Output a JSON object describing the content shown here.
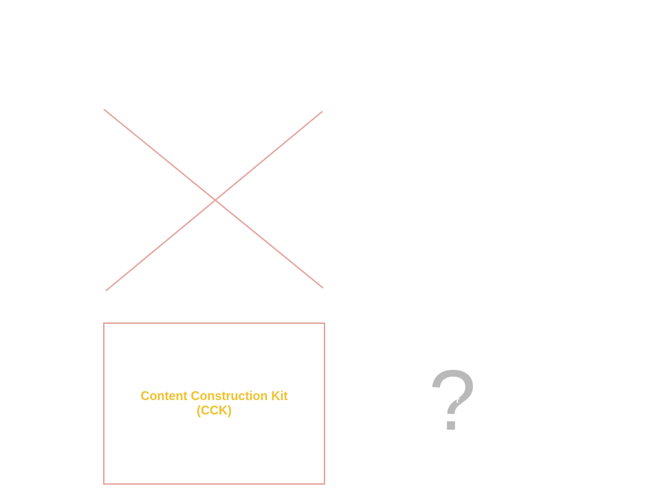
{
  "colors": {
    "cross_line": "#e3a29c",
    "box_border": "#e3a29c",
    "cck_text": "#f0c12e",
    "question_mark": "#b9b9b9"
  },
  "cck_box": {
    "label_line1": "Content Construction Kit",
    "label_line2": "(CCK)"
  },
  "question": {
    "symbol": "?",
    "overlay_text": "o r"
  }
}
